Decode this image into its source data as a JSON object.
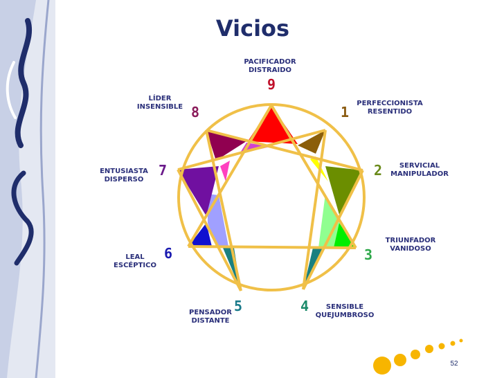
{
  "slide": {
    "title": "Vicios",
    "page_number": "52"
  },
  "diagram": {
    "points": [
      {
        "number": "9",
        "label": "PACIFICADOR\nDISTRAIDO",
        "color": "#c0102a"
      },
      {
        "number": "1",
        "label": "PERFECCIONISTA\nRESENTIDO",
        "color": "#8a5a10"
      },
      {
        "number": "2",
        "label": "SERVICIAL\nMANIPULADOR",
        "color": "#6a8a1a"
      },
      {
        "number": "3",
        "label": "TRIUNFADOR\nVANIDOSO",
        "color": "#2ea84a"
      },
      {
        "number": "4",
        "label": "SENSIBLE\nQUEJUMBROSO",
        "color": "#1a8a6a"
      },
      {
        "number": "5",
        "label": "PENSADOR\nDISTANTE",
        "color": "#1a7a8a"
      },
      {
        "number": "6",
        "label": "LEAL\nESCÉPTICO",
        "color": "#1a1ab0"
      },
      {
        "number": "7",
        "label": "ENTUSIASTA\nDISPERSO",
        "color": "#6a1a8a"
      },
      {
        "number": "8",
        "label": "LÍDER\nINSENSIBLE",
        "color": "#8a1a5a"
      }
    ],
    "segment_colors": {
      "red": "#ff0000",
      "brown": "#8b5e0a",
      "yellow": "#ffff00",
      "olive": "#6b8e00",
      "light_green": "#90ff90",
      "green": "#00ee00",
      "teal": "#1a8080",
      "blue": "#1010d0",
      "lavender": "#a0a0ff",
      "purple": "#7010a0",
      "magenta": "#ff40c0",
      "maroon": "#900050",
      "pink_violet": "#d040d0",
      "line": "#f0c048"
    }
  }
}
